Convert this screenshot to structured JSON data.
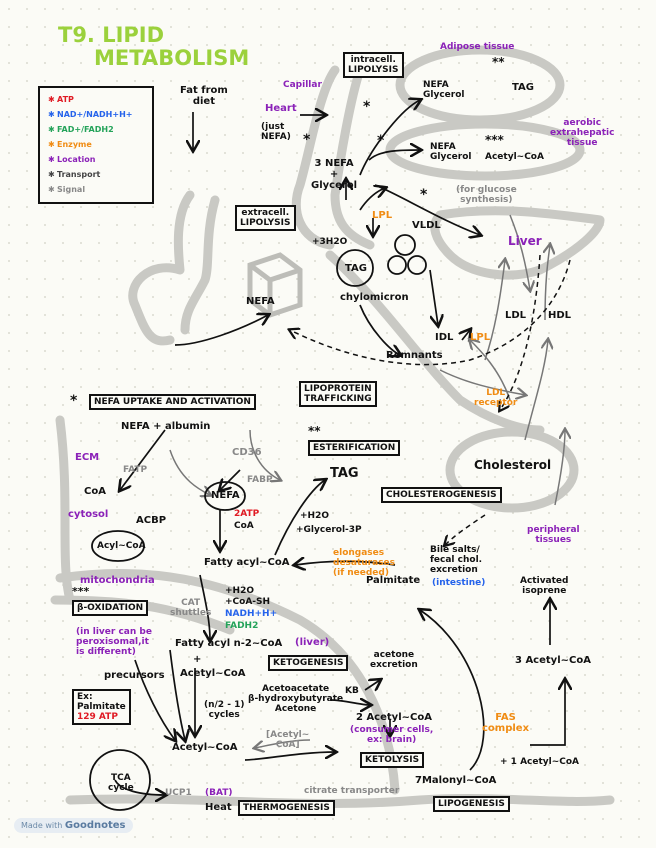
{
  "title": {
    "line1": "T9. LIPID",
    "line2": "METABOLISM"
  },
  "legend": [
    {
      "icon": "star-icon",
      "label": "ATP",
      "color": "#e01b24"
    },
    {
      "icon": "star-icon",
      "label": "NAD+/NADH+H+",
      "color": "#2563eb"
    },
    {
      "icon": "star-icon",
      "label": "FAD+/FADH2",
      "color": "#24a35a"
    },
    {
      "icon": "star-icon",
      "label": "Enzyme",
      "color": "#f08c14"
    },
    {
      "icon": "star-icon",
      "label": "Location",
      "color": "#8b22b8"
    },
    {
      "icon": "star-icon",
      "label": "Transport",
      "color": "#444444"
    },
    {
      "icon": "star-icon",
      "label": "Signal",
      "color": "#999999"
    }
  ],
  "top": {
    "fat_from_diet": "Fat from\ndiet",
    "nefa_left": "NEFA",
    "extracell_lipolysis": "extracell.\nLIPOLYSIS",
    "intracell_lipolysis": "intracell.\nLIPOLYSIS",
    "capillar": "Capillar",
    "adipose": "Adipose tissue",
    "heart": "Heart",
    "just_nefa": "(just\nNEFA)",
    "three_nefa": "3 NEFA\n+\nGlycerol",
    "nefa_glycerol_1": "NEFA\nGlycerol",
    "tag_1": "TAG",
    "nefa_glycerol_2": "NEFA\nGlycerol",
    "acetyl_coa_1": "Acetyl~CoA",
    "aerobic": "aerobic\nextrahepatic\ntissue",
    "gluconeo": "(for glucose\nsynthesis)",
    "liver": "Liver",
    "lpl_1": "LPL",
    "vldl": "VLDL",
    "three_h2o": "+3H2O",
    "tag_circle": "TAG",
    "chylomicron": "chylomicron",
    "idl": "IDL",
    "lpl_2": "LPL",
    "ldl": "LDL",
    "hdl": "HDL",
    "remnants": "Remnants",
    "ldl_receptor": "LDL\nreceptor",
    "stars_single": "*",
    "stars_double": "**",
    "stars_triple": "***"
  },
  "middle": {
    "nefa_uptake": "NEFA UPTAKE AND ACTIVATION",
    "lipoprotein": "LIPOPROTEIN\nTRAFFICKING",
    "esterification": "ESTERIFICATION",
    "nefa_albumin": "NEFA + albumin",
    "cd36": "CD36",
    "ecm": "ECM",
    "fatp": "FATP",
    "fabp": "FABP",
    "coa": "CoA",
    "nefa_circle": "NEFA",
    "acbp": "ACBP",
    "cytosol": "cytosol",
    "acyl_coa_circle": "Acyl~CoA",
    "two_atp": "2ATP",
    "coa2": "CoA",
    "tag_mid": "TAG",
    "h2o": "+H2O",
    "glycerol_3p": "+Glycerol-3P",
    "cholesterol": "Cholesterol",
    "cholesterogenesis": "CHOLESTEROGENESIS",
    "fatty_acyl_coa": "Fatty acyl~CoA",
    "elongases": "elongases\ndesaturases\n(if needed)",
    "bile_salts": "Bile salts/\nfecal chol.\nexcretion",
    "intestine": "(intestine)",
    "peripheral": "peripheral\ntissues",
    "palmitate": "Palmitate",
    "activated_isoprene": "Activated\nisoprene"
  },
  "lower": {
    "mitochondria": "mitochondria",
    "beta_oxidation": "β-OXIDATION",
    "beta_note": "(in liver can be\nperoxisomal,it\nis different)",
    "cat_shuttles": "CAT\nshuttles",
    "plus_h2o": "+H2O",
    "coa_sh": "+CoA-SH",
    "nadh": "NADH+H+",
    "fadh2": "FADH2",
    "fatty_acyl_n2": "Fatty acyl n-2~CoA",
    "plus": "+",
    "acetyl_coa_2": "Acetyl~CoA",
    "liver_paren": "(liver)",
    "ketogenesis": "KETOGENESIS",
    "acetone_excretion": "acetone\nexcretion",
    "kb_list": "Acetoacetate\nβ-hydroxybutyrate\nAcetone",
    "kb": "KB",
    "precursors": "precursors",
    "ex_palmitate": "Ex:\nPalmitate",
    "atp_129": "129 ATP",
    "n_cycles": "(n/2 - 1)\ncycles",
    "acetyl_coa_3": "Acetyl~CoA",
    "acetyl_coa_bracket": "[Acetyl~\nCoA]",
    "two_acetyl": "2 Acetyl~CoA",
    "consumer": "(consumer cells,\nex: brain)",
    "ketolysis": "KETOLYSIS",
    "three_acetyl": "3 Acetyl~CoA",
    "fas_complex": "FAS\ncomplex",
    "one_acetyl": "+ 1 Acetyl~CoA",
    "tca_cycle": "TCA\ncycle",
    "ucp1": "UCP1",
    "bat": "(BAT)",
    "heat": "Heat",
    "thermogenesis": "THERMOGENESIS",
    "citrate": "citrate transporter",
    "malonyl": "7Malonyl~CoA",
    "lipogenesis": "LIPOGENESIS"
  },
  "credit": {
    "prefix": "Made with",
    "brand": "Goodnotes"
  }
}
